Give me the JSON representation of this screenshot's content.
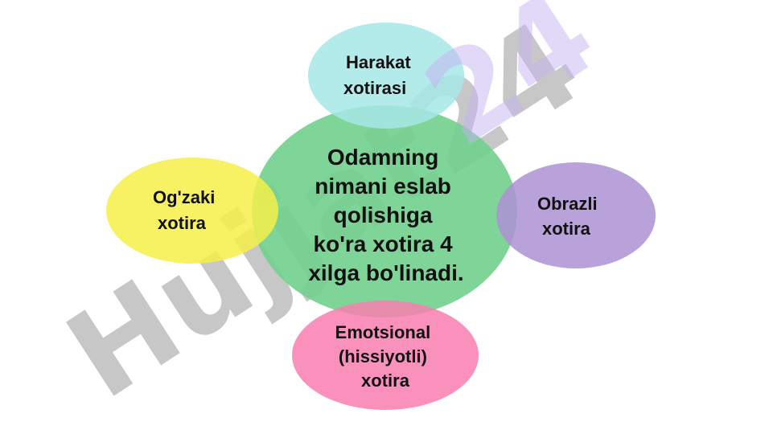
{
  "watermark": {
    "text": "Hujjat24",
    "color_gray": "#9a9a9a",
    "color_purple": "#c6b2f2"
  },
  "center": {
    "lines": [
      "Odamning",
      "nimani eslab",
      "qolishiga",
      "ko'ra xotira 4",
      "xilga bo'linadi."
    ],
    "color": "#70d08c"
  },
  "top": {
    "lines": [
      "Harakat",
      "xotirasi"
    ],
    "color": "#a6e6e6"
  },
  "left": {
    "lines": [
      "Og'zaki",
      "xotira"
    ],
    "color": "#f4f048"
  },
  "right": {
    "lines": [
      "Obrazli",
      "xotira"
    ],
    "color": "#ad90d2"
  },
  "bottom": {
    "lines": [
      "Emotsional",
      "(hissiyotli)",
      "xotira"
    ],
    "color": "#f97eb0"
  }
}
